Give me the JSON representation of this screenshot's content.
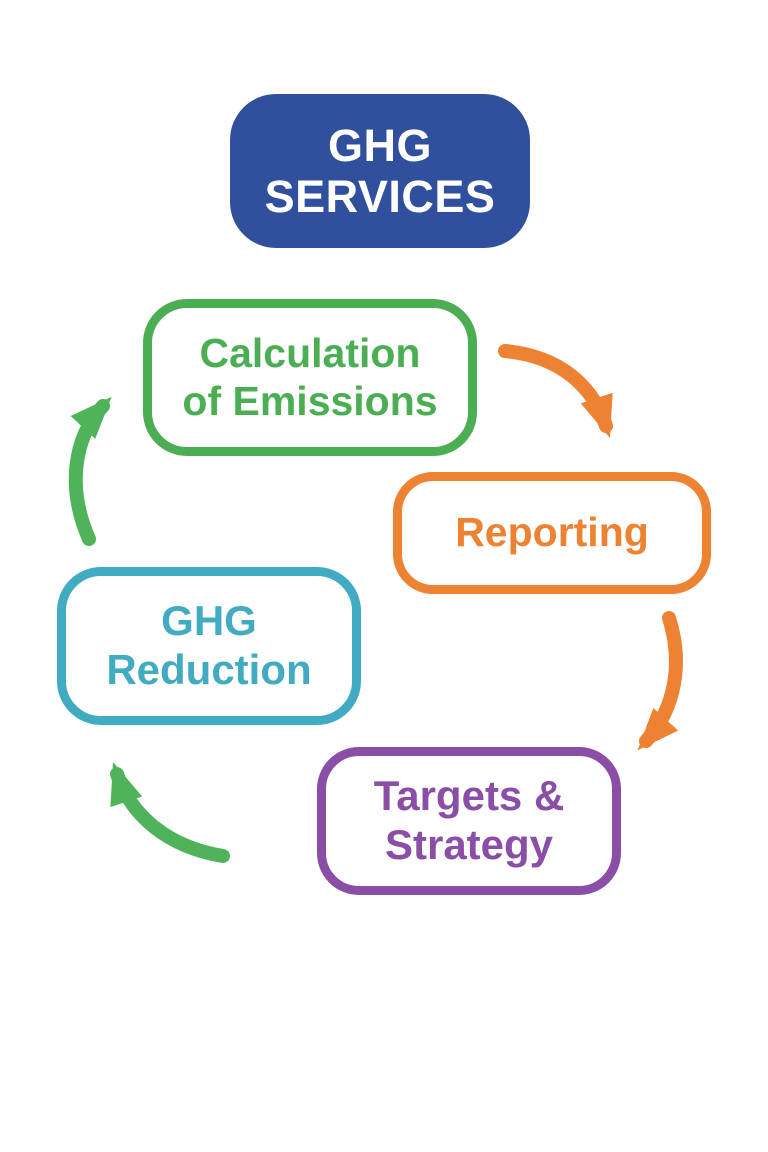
{
  "diagram": {
    "background_color": "#FFFFFF",
    "title": {
      "text": "GHG SERVICES",
      "lines": [
        "GHG",
        "SERVICES"
      ],
      "bg_color": "#30509E",
      "text_color": "#FFFFFF"
    }
  },
  "nodes": [
    {
      "id": "calculation-of-emissions",
      "lines": [
        "Calculation",
        "of Emissions"
      ],
      "color": "#4CAE52"
    },
    {
      "id": "reporting",
      "lines": [
        "Reporting"
      ],
      "color": "#EE8233"
    },
    {
      "id": "ghg-reduction",
      "lines": [
        "GHG",
        "Reduction"
      ],
      "color": "#41ACC1"
    },
    {
      "id": "targets-strategy",
      "lines": [
        "Targets &",
        "Strategy"
      ],
      "color": "#8A4EA7"
    }
  ],
  "arrows": [
    {
      "id": "calculation-to-reporting",
      "from": "calculation-of-emissions",
      "to": "reporting",
      "color": "#EE8233"
    },
    {
      "id": "reporting-to-targets",
      "from": "reporting",
      "to": "targets-strategy",
      "color": "#EE8233"
    },
    {
      "id": "targets-to-reduction",
      "from": "targets-strategy",
      "to": "ghg-reduction",
      "color": "#4FB35A"
    },
    {
      "id": "reduction-to-calculation",
      "from": "ghg-reduction",
      "to": "calculation-of-emissions",
      "color": "#4FB35A"
    }
  ]
}
